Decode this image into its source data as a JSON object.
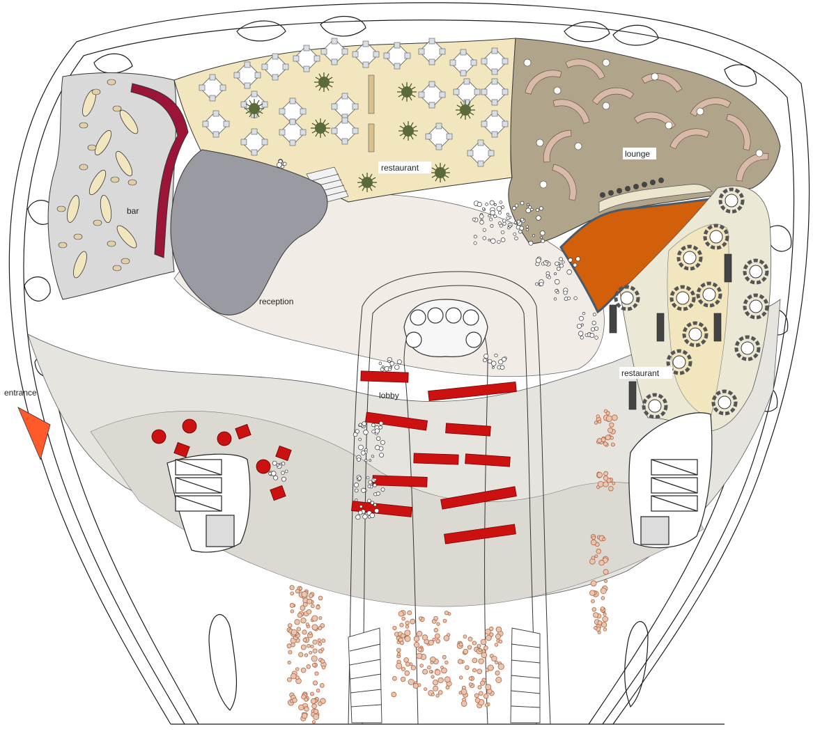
{
  "labels": {
    "bar": "bar",
    "restaurant_north": "restaurant",
    "lounge": "lounge",
    "reception": "reception",
    "entrance": "entrance",
    "lobby": "lobby",
    "restaurant_east": "restaurant"
  },
  "colors": {
    "outline": "#1a1a1a",
    "bar_floor": "#d9d9d9",
    "restaurant_floor": "#f2e6bf",
    "lounge_floor": "#b0a58a",
    "reception_floor": "#f1ede6",
    "central_floor": "#e6e4df",
    "pool": "#d2600a",
    "sofa_red": "#cc1111",
    "counter": "#9b1538",
    "reception_desk": "#9a9aa2",
    "entrance_marker": "#ff5a2a",
    "pebbles": "#c0704a",
    "lounge_sofa": "#d9b9a8",
    "plant": "#5b6a3a"
  }
}
